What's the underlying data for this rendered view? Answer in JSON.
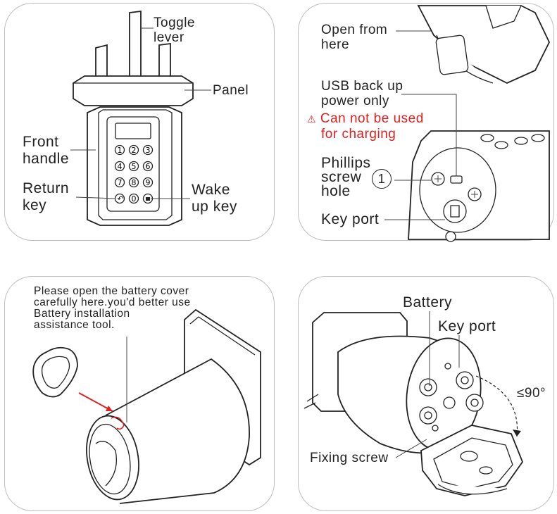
{
  "panel1": {
    "toggle_lever": [
      "Toggle",
      "lever"
    ],
    "panel": "Panel",
    "front_handle": [
      "Front",
      "handle"
    ],
    "return_key": [
      "Return",
      "key"
    ],
    "wake_up_key": [
      "Wake",
      "up key"
    ]
  },
  "panel2": {
    "open_from_here": [
      "Open from",
      "here"
    ],
    "usb_backup": [
      "USB back up",
      "power only"
    ],
    "warning": [
      "Can not be used",
      "for charging"
    ],
    "phillips": [
      "Phillips",
      "screw",
      "hole"
    ],
    "circled_number": "1",
    "key_port": "Key port"
  },
  "panel3": {
    "instruction": [
      "Please open the battery cover",
      "carefully here.you'd better use",
      "Battery installation",
      "assistance tool."
    ]
  },
  "panel4": {
    "battery": "Battery",
    "key_port": "Key port",
    "angle": "≤90°",
    "fixing_screw": "Fixing screw"
  },
  "colors": {
    "warning": "#e02020",
    "arrow": "#e02020",
    "border": "#bdbdbd"
  }
}
